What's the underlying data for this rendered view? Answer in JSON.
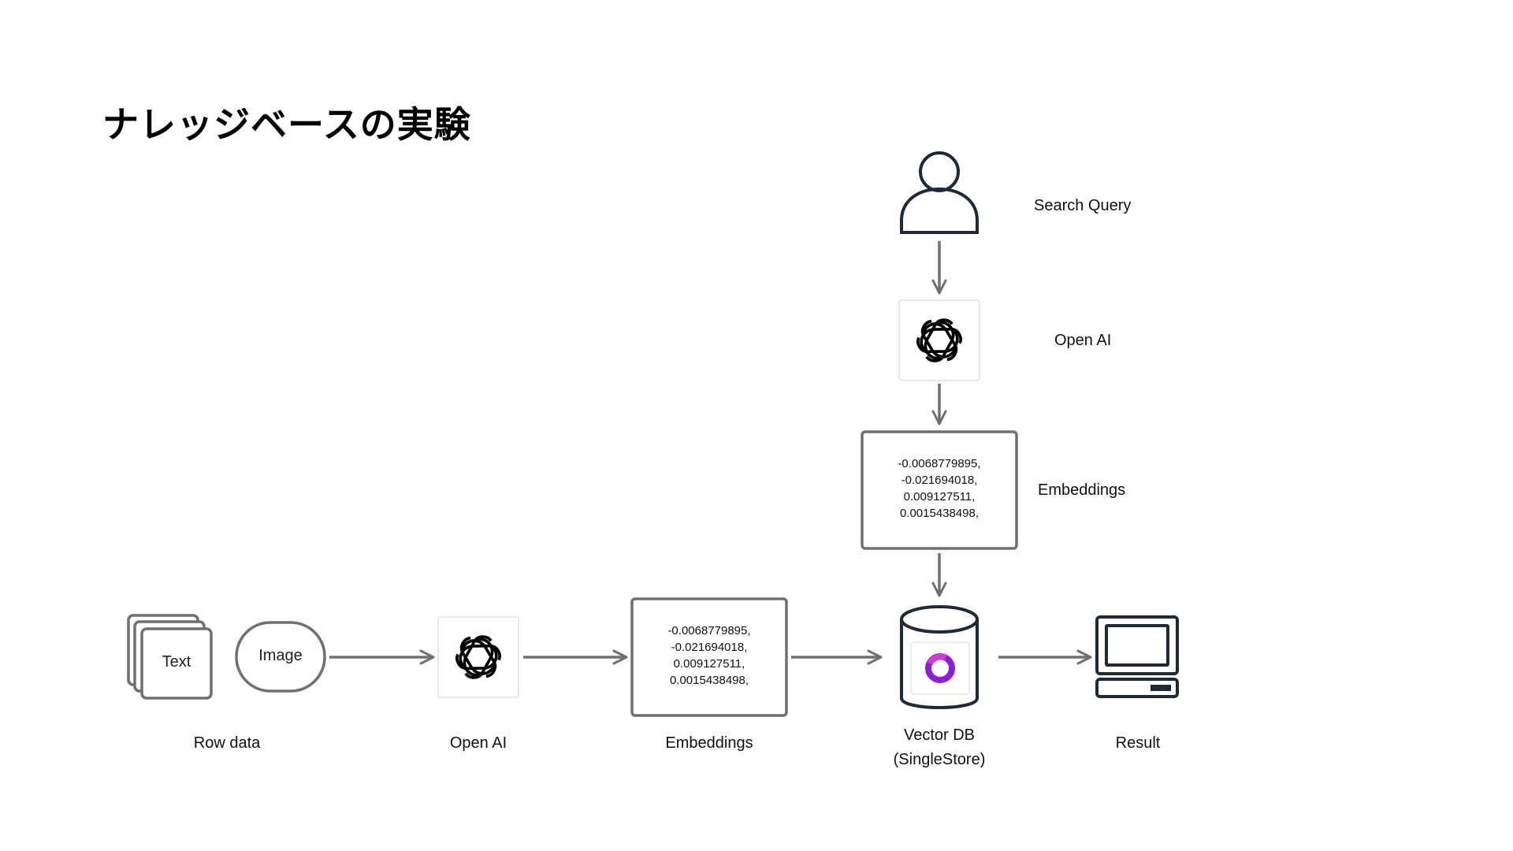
{
  "title": "ナレッジベースの実験",
  "query": {
    "user_icon": "user-icon",
    "search_label": "Search Query",
    "openai_label": "Open AI",
    "embeddings_label": "Embeddings",
    "embeddings_values": [
      "-0.0068779895,",
      "-0.021694018,",
      "0.009127511,",
      "0.0015438498,"
    ]
  },
  "pipeline": {
    "text_label": "Text",
    "image_label": "Image",
    "row_data_label": "Row data",
    "openai_label": "Open AI",
    "embeddings_label": "Embeddings",
    "embeddings_values": [
      "-0.0068779895,",
      "-0.021694018,",
      "0.009127511,",
      "0.0015438498,"
    ],
    "vectordb_label_line1": "Vector DB",
    "vectordb_label_line2": "(SingleStore)",
    "result_label": "Result",
    "openai_icon": "openai-logo-icon",
    "singlestore_icon": "singlestore-logo-icon",
    "result_icon": "computer-icon"
  },
  "colors": {
    "stroke": "#707070",
    "dark_stroke": "#1f2937",
    "singlestore_purple": "#8b1fd6",
    "singlestore_pink": "#d63ad6"
  }
}
